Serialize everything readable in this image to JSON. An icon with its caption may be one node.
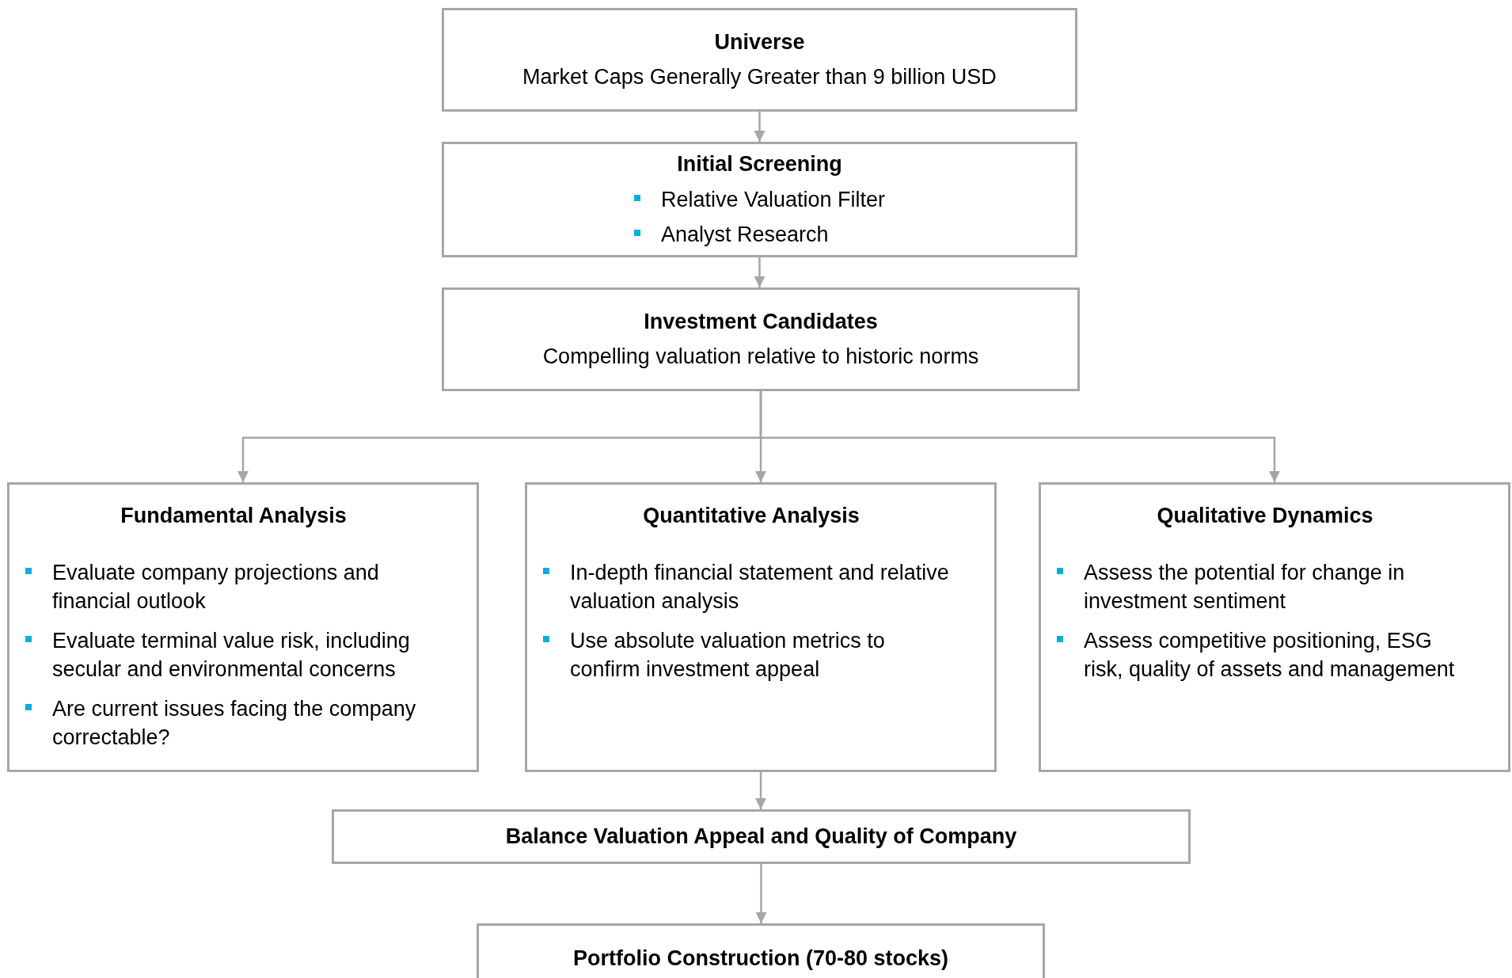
{
  "diagram": {
    "nodes": [
      {
        "text": [
          "Universe",
          "Market Caps Generally Greater than 9 billion USD"
        ]
      },
      {
        "text": [
          "Initial Screening",
          "Relative Valuation Filter",
          "Analyst Research"
        ]
      },
      {
        "text": [
          "Investment Candidates",
          "Compelling valuation relative to historic norms"
        ]
      },
      {
        "text": [
          "Fundamental Analysis",
          "Evaluate company projections and financial outlook",
          "Evaluate terminal value risk, including secular and environmental concerns",
          "Are current issues facing the company correctable?"
        ]
      },
      {
        "text": [
          "Quantitative Analysis",
          "In-depth financial statement and relative valuation analysis",
          "Use absolute valuation metrics to confirm investment appeal"
        ]
      },
      {
        "text": [
          "Qualitative Dynamics",
          "Assess the potential for change in investment sentiment",
          "Assess competitive positioning, ESG risk, quality of assets and management"
        ]
      },
      {
        "text": [
          "Balance Valuation Appeal and Quality of Company"
        ]
      },
      {
        "text": [
          "Portfolio Construction (70-80 stocks)"
        ]
      }
    ],
    "edges": [
      {
        "from": 0,
        "to": 1,
        "arrow": "to"
      },
      {
        "from": 1,
        "to": 2,
        "arrow": "to"
      },
      {
        "from": 2,
        "to": 3,
        "arrow": "to"
      },
      {
        "from": 2,
        "to": 4,
        "arrow": "to"
      },
      {
        "from": 2,
        "to": 5,
        "arrow": "to"
      },
      {
        "from": 4,
        "to": 6,
        "arrow": "to"
      },
      {
        "from": 6,
        "to": 7,
        "arrow": "to"
      }
    ]
  }
}
